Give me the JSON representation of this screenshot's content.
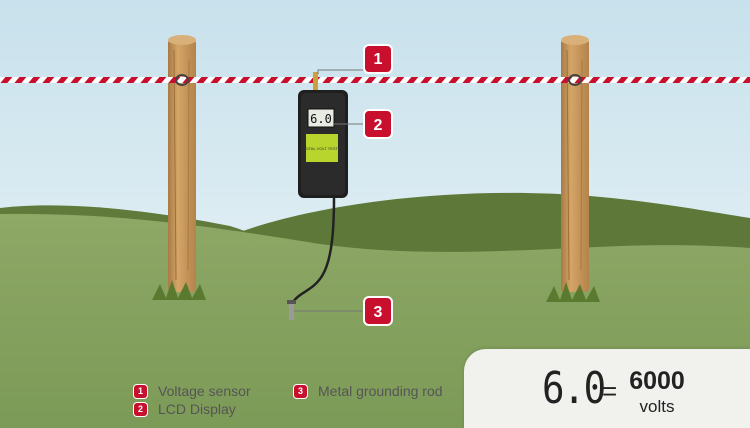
{
  "callouts": [
    {
      "number": "1",
      "label": "Voltage sensor"
    },
    {
      "number": "2",
      "label": "LCD Display"
    },
    {
      "number": "3",
      "label": "Metal grounding rod"
    }
  ],
  "device": {
    "lcd_value": "6.0",
    "label_text": "DIGITAL VOLT TESTER"
  },
  "readout": {
    "lcd_value": "6.0",
    "equals": "=",
    "value": "6000",
    "unit": "volts"
  },
  "colors": {
    "sky_top": "#c8e1ec",
    "sky_bottom": "#eaf4f7",
    "grass_near": "#8da663",
    "hill_far": "#5f7a3a",
    "accent_red": "#c8102e",
    "post_wood": "#c9995b",
    "lcd_label_green": "#b7d52c"
  }
}
